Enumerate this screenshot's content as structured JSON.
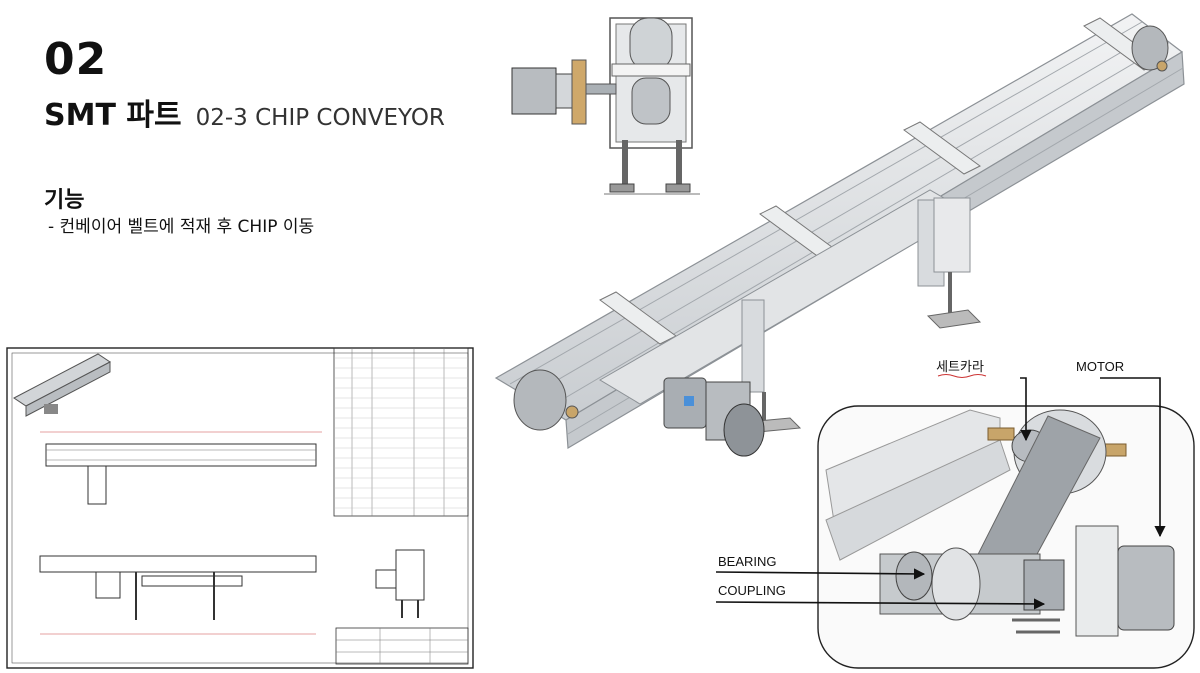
{
  "header": {
    "page_number": "02",
    "title_main": "SMT 파트",
    "title_sub": "02-3 CHIP CONVEYOR"
  },
  "function": {
    "heading": "기능",
    "item": "- 컨베이어 벨트에 적재 후 CHIP 이동"
  },
  "callouts": {
    "set_collar": "세트카라",
    "motor": "MOTOR",
    "bearing": "BEARING",
    "coupling": "COUPLING"
  },
  "colors": {
    "frame": "#d9dcdf",
    "frame_dark": "#9aa0a6",
    "motor": "#b8bcc0",
    "brass": "#c8a56a"
  }
}
